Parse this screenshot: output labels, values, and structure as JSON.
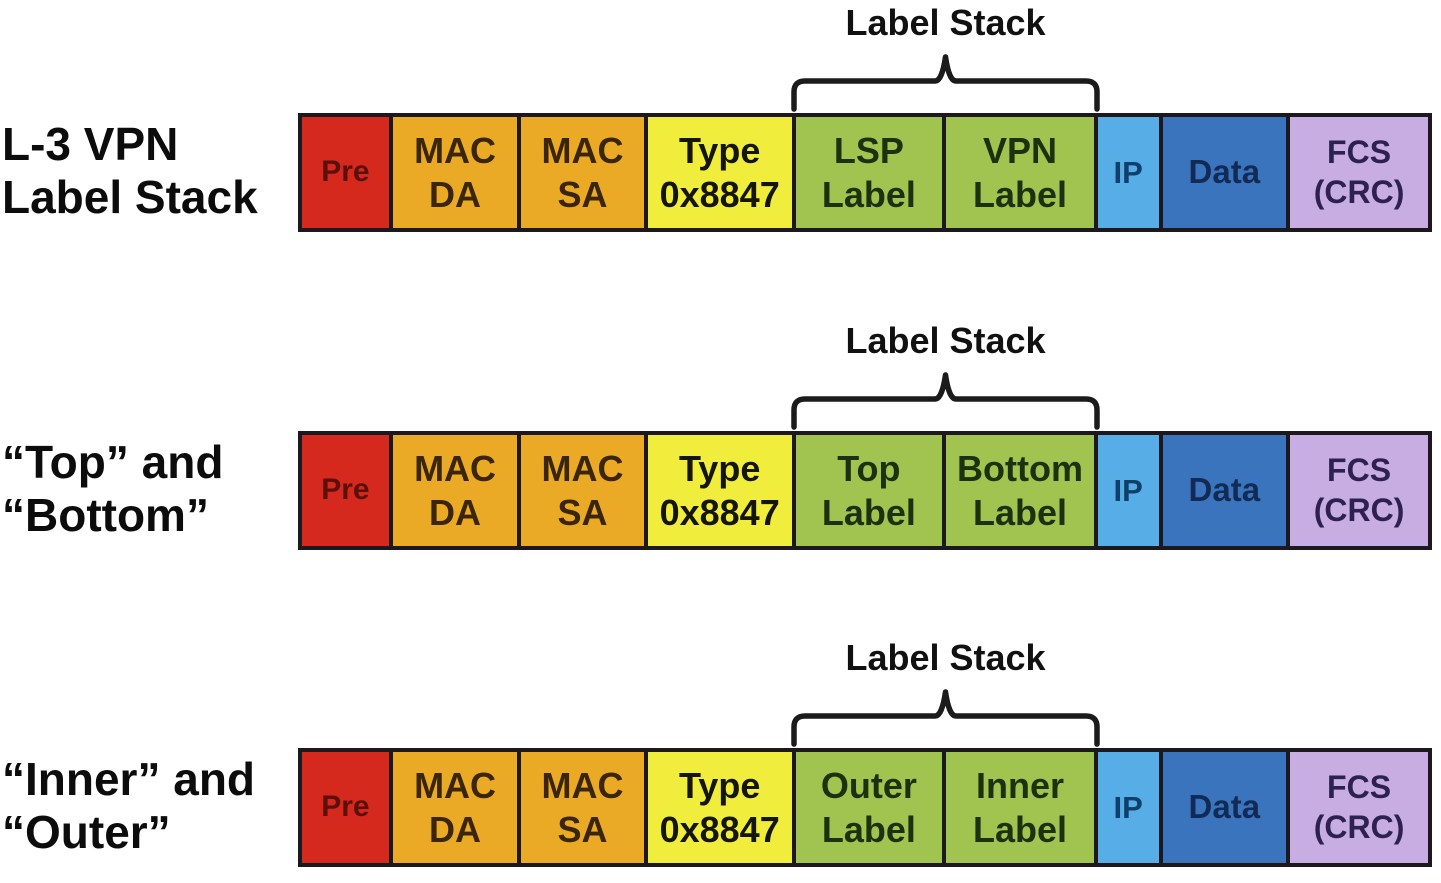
{
  "diagram": {
    "brace_label": "Label Stack",
    "colors": {
      "pre": "#d4291c",
      "mac": "#eaaa26",
      "type": "#f0ed3c",
      "label": "#a1c350",
      "ip": "#57ade5",
      "data": "#3a74bc",
      "fcs": "#c8ade3",
      "border": "#1d181d",
      "text": "#0c0c0c"
    },
    "rows": [
      {
        "caption": {
          "line1": "L-3 VPN",
          "line2": "Label Stack"
        },
        "brace_label": "Label Stack",
        "fields": [
          {
            "line1": "Pre",
            "line2": ""
          },
          {
            "line1": "MAC",
            "line2": "DA"
          },
          {
            "line1": "MAC",
            "line2": "SA"
          },
          {
            "line1": "Type",
            "line2": "0x8847"
          },
          {
            "line1": "LSP",
            "line2": "Label"
          },
          {
            "line1": "VPN",
            "line2": "Label"
          },
          {
            "line1": "IP",
            "line2": ""
          },
          {
            "line1": "Data",
            "line2": ""
          },
          {
            "line1": "FCS",
            "line2": "(CRC)"
          }
        ]
      },
      {
        "caption": {
          "line1": "“Top” and",
          "line2": "“Bottom”"
        },
        "brace_label": "Label Stack",
        "fields": [
          {
            "line1": "Pre",
            "line2": ""
          },
          {
            "line1": "MAC",
            "line2": "DA"
          },
          {
            "line1": "MAC",
            "line2": "SA"
          },
          {
            "line1": "Type",
            "line2": "0x8847"
          },
          {
            "line1": "Top",
            "line2": "Label"
          },
          {
            "line1": "Bottom",
            "line2": "Label"
          },
          {
            "line1": "IP",
            "line2": ""
          },
          {
            "line1": "Data",
            "line2": ""
          },
          {
            "line1": "FCS",
            "line2": "(CRC)"
          }
        ]
      },
      {
        "caption": {
          "line1": "“Inner” and",
          "line2": "“Outer”"
        },
        "brace_label": "Label Stack",
        "fields": [
          {
            "line1": "Pre",
            "line2": ""
          },
          {
            "line1": "MAC",
            "line2": "DA"
          },
          {
            "line1": "MAC",
            "line2": "SA"
          },
          {
            "line1": "Type",
            "line2": "0x8847"
          },
          {
            "line1": "Outer",
            "line2": "Label"
          },
          {
            "line1": "Inner",
            "line2": "Label"
          },
          {
            "line1": "IP",
            "line2": ""
          },
          {
            "line1": "Data",
            "line2": ""
          },
          {
            "line1": "FCS",
            "line2": "(CRC)"
          }
        ]
      }
    ]
  }
}
